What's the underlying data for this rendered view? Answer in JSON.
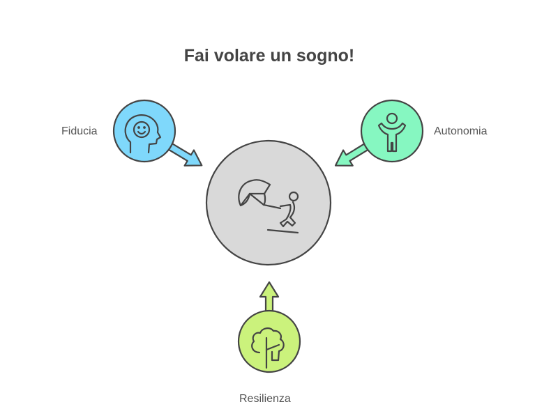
{
  "title": "Fai volare un sogno!",
  "nodes": {
    "center": {
      "icon": "kitesurfer-icon",
      "color": "#d9d9d9"
    },
    "fiducia": {
      "label": "Fiducia",
      "icon": "head-smile-icon",
      "color": "#7fd8fb"
    },
    "autonomia": {
      "label": "Autonomia",
      "icon": "child-arms-up-icon",
      "color": "#86f7c1"
    },
    "resilienza": {
      "label": "Resilienza",
      "icon": "tree-icon",
      "color": "#cbf27c"
    }
  },
  "stroke_color": "#444444"
}
